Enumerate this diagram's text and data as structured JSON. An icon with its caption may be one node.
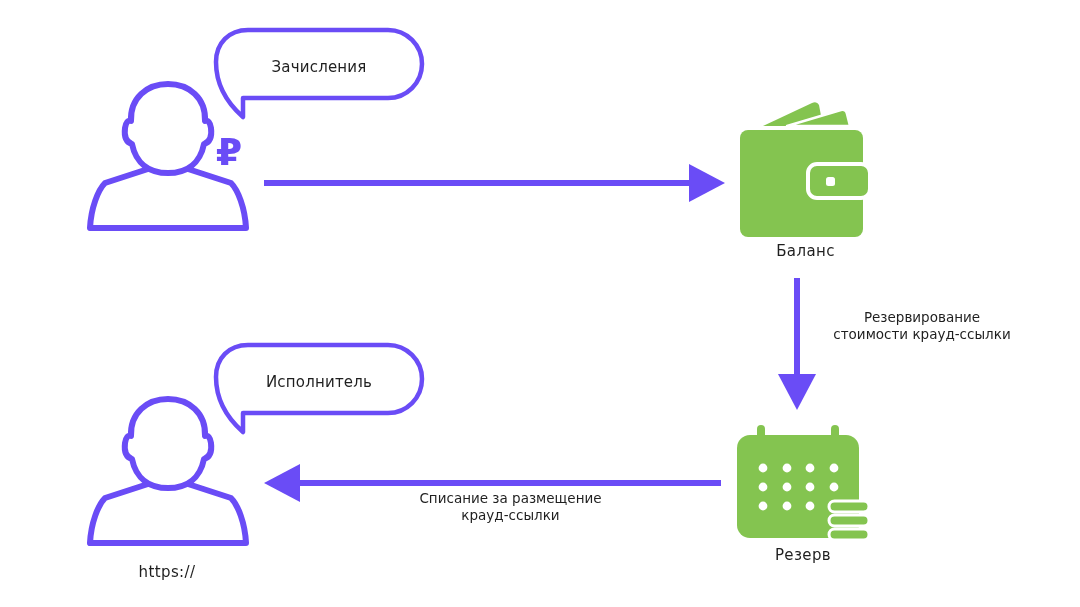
{
  "diagram": {
    "nodes": [
      {
        "text": [
          "Зачисления"
        ]
      },
      {
        "text": [
          "₽"
        ]
      },
      {
        "text": [
          "Баланс"
        ]
      },
      {
        "text": [
          "Исполнитель"
        ]
      },
      {
        "text": [],
        "shape": "person",
        "beside": [
          "https://"
        ]
      },
      {
        "text": [
          "Резерв"
        ]
      }
    ],
    "edges": [
      {
        "from": 1,
        "to": 2,
        "arrow": "to"
      },
      {
        "from": 2,
        "to": 5,
        "arrow": "to",
        "label": "Резервирование стоимости крауд-ссылки"
      },
      {
        "from": 5,
        "to": 4,
        "arrow": "to",
        "label": "Списание за размещение крауд-ссылки"
      }
    ]
  }
}
